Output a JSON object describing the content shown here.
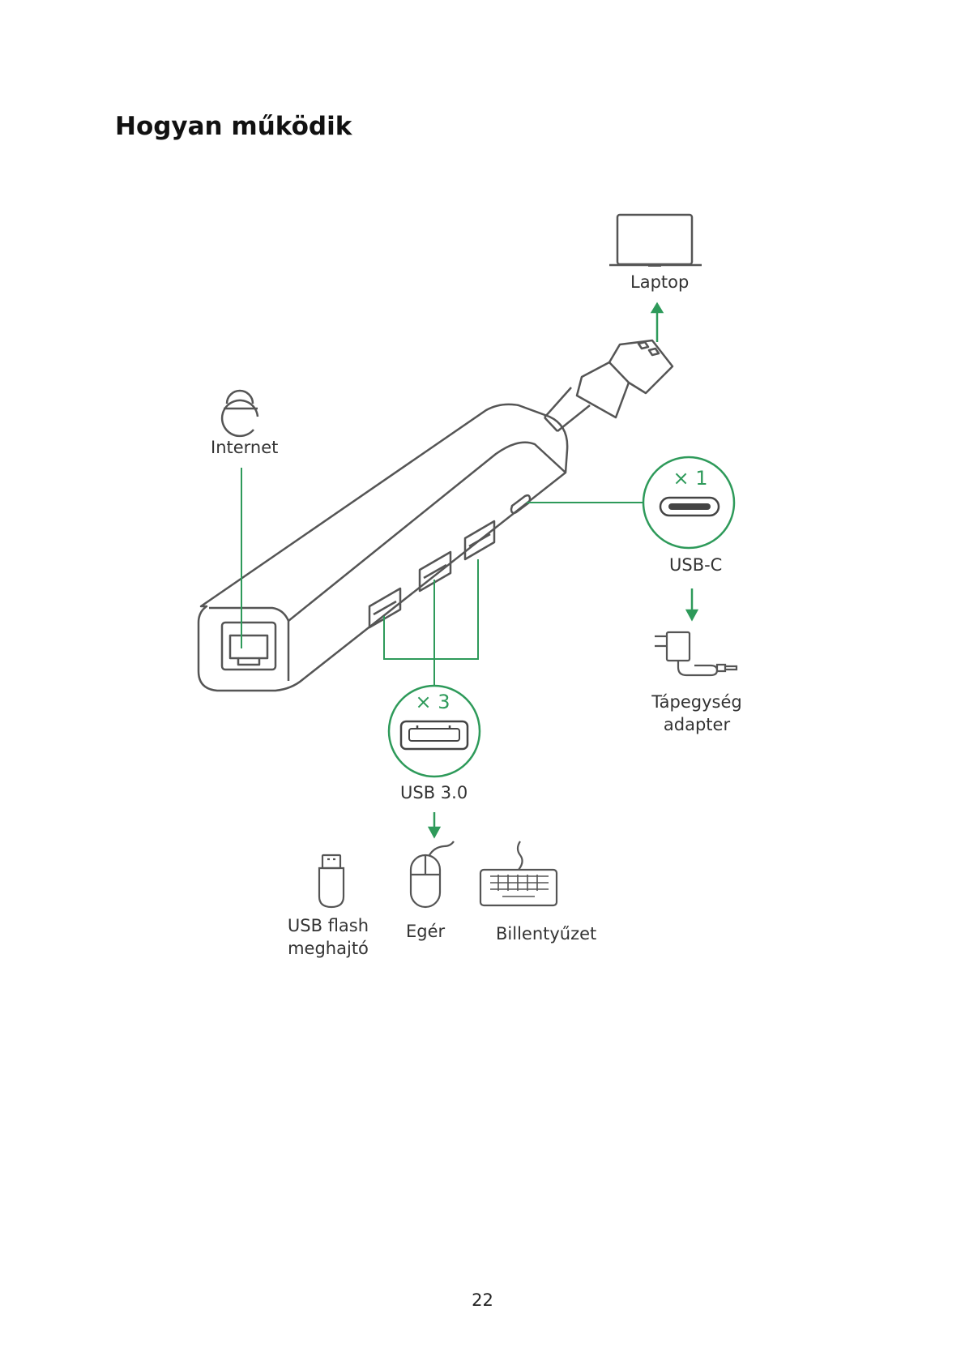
{
  "page": {
    "title": "Hogyan működik",
    "page_number": "22"
  },
  "diagram": {
    "labels": {
      "laptop": "Laptop",
      "internet": "Internet",
      "usb_c": "USB-C",
      "power_adapter_line1": "Tápegység",
      "power_adapter_line2": "adapter",
      "usb3": "USB 3.0",
      "usb_flash_line1": "USB flash",
      "usb_flash_line2": "meghajtó",
      "mouse": "Egér",
      "keyboard": "Billentyűzet"
    },
    "badges": {
      "usb_c_count": "× 1",
      "usb3_count": "× 3"
    },
    "icons": [
      "laptop-icon",
      "internet-explorer-icon",
      "usb-c-port-icon",
      "power-adapter-icon",
      "usb-a-port-icon",
      "usb-flash-drive-icon",
      "mouse-icon",
      "keyboard-icon",
      "usb-hub-device"
    ],
    "colors": {
      "accent_green": "#2e9a5a",
      "line_art": "#555555"
    }
  }
}
